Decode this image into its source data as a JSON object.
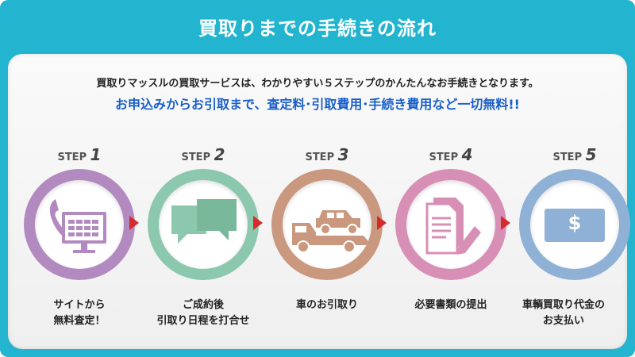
{
  "header": {
    "title": "買取りまでの手続きの流れ"
  },
  "intro": {
    "text": "買取りマッスルの買取サービスは、わかりやすい５ステップのかんたんなお手続きとなります。",
    "highlight": "お申込みからお引取まで、査定料･引取費用･手続き費用など一切無料!!"
  },
  "steps": [
    {
      "prefix": "STEP",
      "number": "1",
      "caption1": "サイトから",
      "caption2": "無料査定！",
      "icon": "phone-computer-icon",
      "color": "#b38ac0"
    },
    {
      "prefix": "STEP",
      "number": "2",
      "caption1": "ご成約後",
      "caption2": "引取り日程を打合せ",
      "icon": "chat-bubbles-icon",
      "color": "#8cc8ad"
    },
    {
      "prefix": "STEP",
      "number": "3",
      "caption1": "車のお引取り",
      "caption2": "",
      "icon": "tow-truck-icon",
      "color": "#c9987e"
    },
    {
      "prefix": "STEP",
      "number": "4",
      "caption1": "必要書類の提出",
      "caption2": "",
      "icon": "documents-pen-icon",
      "color": "#d88fb6"
    },
    {
      "prefix": "STEP",
      "number": "5",
      "caption1": "車輌買取り代金の",
      "caption2": "お支払い",
      "icon": "money-bill-icon",
      "color": "#8fb1d6"
    }
  ],
  "icons": {
    "money_symbol": "$"
  },
  "colors": {
    "frame": "#23b5cf",
    "highlight": "#1a5fc8",
    "arrow": "#d42b2b"
  }
}
